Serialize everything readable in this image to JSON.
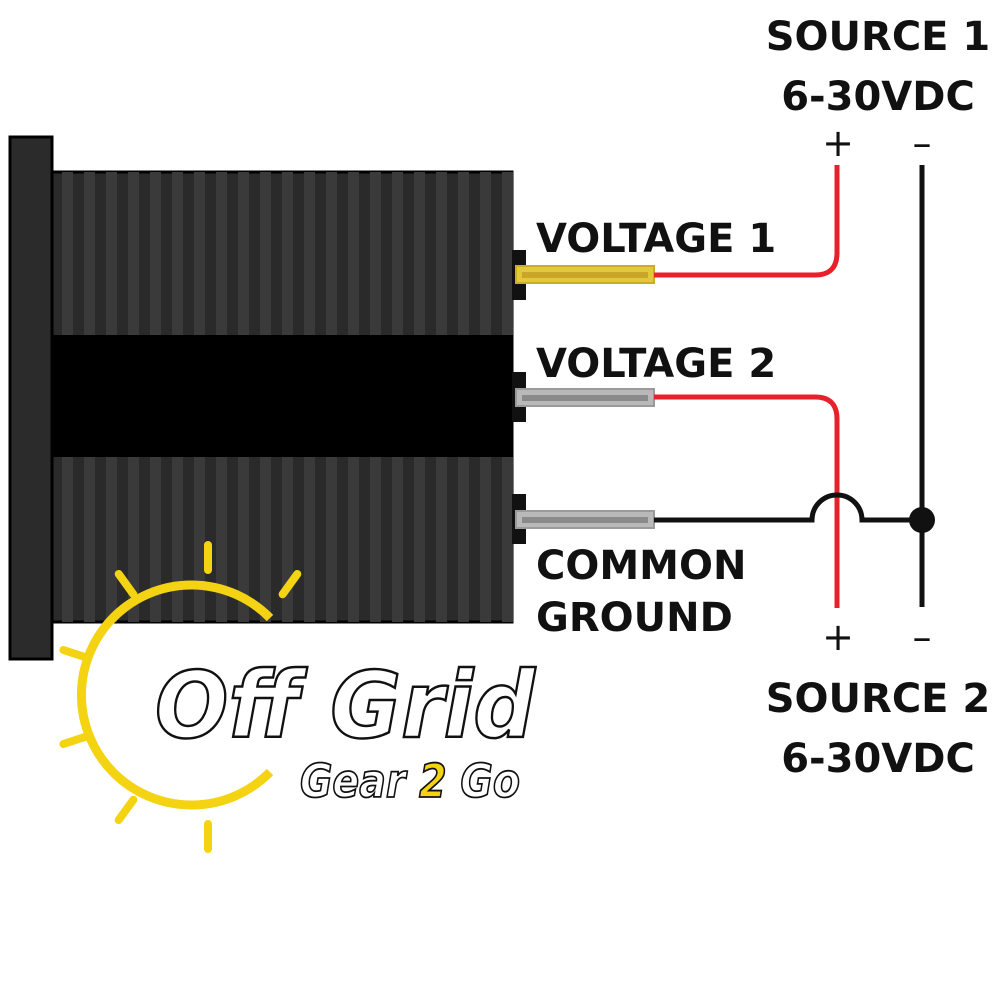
{
  "labels": {
    "source1_name": "SOURCE 1",
    "source1_voltage": "6-30VDC",
    "source2_name": "SOURCE 2",
    "source2_voltage": "6-30VDC",
    "voltage1": "VOLTAGE 1",
    "voltage2": "VOLTAGE 2",
    "common": "COMMON",
    "ground": "GROUND",
    "plus": "+",
    "minus": "–"
  },
  "logo": {
    "line1": "Off Grid",
    "line2_a": "Gear ",
    "line2_num": "2",
    "line2_b": " Go"
  },
  "colors": {
    "positive_wire": "#e8202a",
    "ground_wire": "#111111",
    "terminal_voltage1": "#e3c93a",
    "terminal_other": "#b9b9b9",
    "meter_body": "#2b2b2b",
    "sun": "#f4d313"
  }
}
